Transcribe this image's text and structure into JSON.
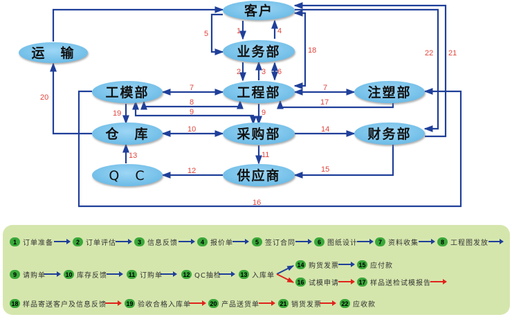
{
  "diagram": {
    "nodes": {
      "customer": "客户",
      "sales": "业务部",
      "engineering": "工程部",
      "mold": "工模部",
      "injection": "注塑部",
      "warehouse": "仓　库",
      "purchasing": "采购部",
      "finance": "财务部",
      "qc": "Q　C",
      "supplier": "供应商",
      "transport": "运　输"
    },
    "edge_labels": {
      "e1": "1",
      "e2": "2",
      "e3": "3",
      "e4": "4",
      "e5": "5",
      "e6": "6",
      "e7a": "7",
      "e7b": "7",
      "e8": "8",
      "e9a": "9",
      "e9b": "9",
      "e10": "10",
      "e11": "11",
      "e12": "12",
      "e13": "13",
      "e14": "14",
      "e15": "15",
      "e16": "16",
      "e17": "17",
      "e18": "18",
      "e19": "19",
      "e20": "20",
      "e21": "21",
      "e22": "22"
    },
    "colors": {
      "node_fill": "#7cc4ec",
      "edge": "#1f3f99",
      "label": "#e0443c"
    }
  },
  "legend": {
    "background": "#d5e6ad",
    "steps": [
      {
        "num": "1",
        "label": "订单准备"
      },
      {
        "num": "2",
        "label": "订单评估"
      },
      {
        "num": "3",
        "label": "信息反馈"
      },
      {
        "num": "4",
        "label": "报价单"
      },
      {
        "num": "5",
        "label": "签订合同"
      },
      {
        "num": "6",
        "label": "图纸设计"
      },
      {
        "num": "7",
        "label": "资料收集"
      },
      {
        "num": "8",
        "label": "工程图发放"
      },
      {
        "num": "9",
        "label": "请购单"
      },
      {
        "num": "10",
        "label": "库存反馈"
      },
      {
        "num": "11",
        "label": "订购单"
      },
      {
        "num": "12",
        "label": "QC抽检"
      },
      {
        "num": "13",
        "label": "入库单"
      },
      {
        "num": "14",
        "label": "购货发票"
      },
      {
        "num": "15",
        "label": "应付款"
      },
      {
        "num": "16",
        "label": "试模申请"
      },
      {
        "num": "17",
        "label": "样品送检试模报告"
      },
      {
        "num": "18",
        "label": "样品寄送客户及信息反馈"
      },
      {
        "num": "19",
        "label": "验收合格入库单"
      },
      {
        "num": "20",
        "label": "产品送货单"
      },
      {
        "num": "21",
        "label": "销货发票"
      },
      {
        "num": "22",
        "label": "应收款"
      }
    ]
  }
}
